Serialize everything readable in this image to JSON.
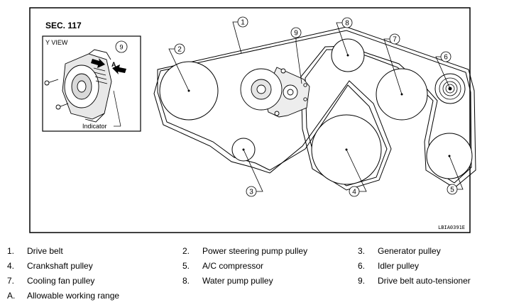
{
  "figure": {
    "section": "SEC. 117",
    "code": "LBIA0391E",
    "inset": {
      "title": "Y VIEW",
      "callout": "9",
      "range_mark": "A",
      "indicator_label": "Indicator"
    },
    "callouts": [
      "1",
      "2",
      "3",
      "4",
      "5",
      "6",
      "7",
      "8",
      "9"
    ]
  },
  "legend": [
    {
      "num": "1.",
      "text": "Drive belt"
    },
    {
      "num": "2.",
      "text": "Power steering pump pulley"
    },
    {
      "num": "3.",
      "text": "Generator pulley"
    },
    {
      "num": "4.",
      "text": "Crankshaft pulley"
    },
    {
      "num": "5.",
      "text": "A/C compressor"
    },
    {
      "num": "6.",
      "text": "Idler pulley"
    },
    {
      "num": "7.",
      "text": "Cooling fan pulley"
    },
    {
      "num": "8.",
      "text": "Water pump pulley"
    },
    {
      "num": "9.",
      "text": "Drive belt auto-tensioner"
    },
    {
      "num": "A.",
      "text": "Allowable working range"
    }
  ]
}
